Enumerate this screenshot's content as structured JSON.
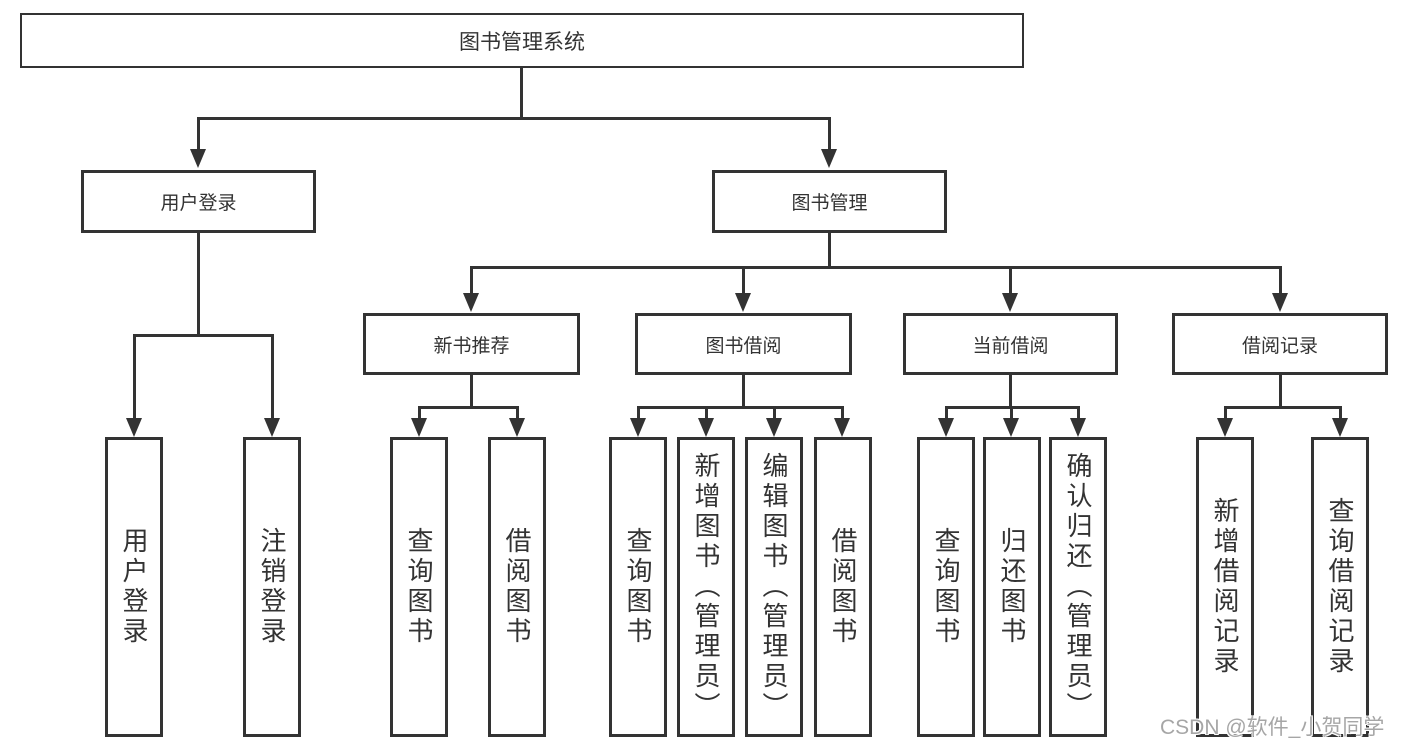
{
  "tree": {
    "root": {
      "label": "图书管理系统"
    },
    "level2": [
      {
        "label": "用户登录",
        "children": [
          {
            "label": "用户登录"
          },
          {
            "label": "注销登录"
          }
        ]
      },
      {
        "label": "图书管理",
        "children": [
          {
            "label": "新书推荐",
            "children": [
              {
                "label": "查询图书"
              },
              {
                "label": "借阅图书"
              }
            ]
          },
          {
            "label": "图书借阅",
            "children": [
              {
                "label": "查询图书"
              },
              {
                "label": "新增图书（管理员）"
              },
              {
                "label": "编辑图书（管理员）"
              },
              {
                "label": "借阅图书"
              }
            ]
          },
          {
            "label": "当前借阅",
            "children": [
              {
                "label": "查询图书"
              },
              {
                "label": "归还图书"
              },
              {
                "label": "确认归还（管理员）"
              }
            ]
          },
          {
            "label": "借阅记录",
            "children": [
              {
                "label": "新增借阅记录"
              },
              {
                "label": "查询借阅记录"
              }
            ]
          }
        ]
      }
    ]
  },
  "watermark": {
    "text": "CSDN @软件_小贺同学"
  },
  "colors": {
    "line": "#333333",
    "text": "#333333",
    "background": "#ffffff",
    "watermark": "#a6a6a6"
  }
}
